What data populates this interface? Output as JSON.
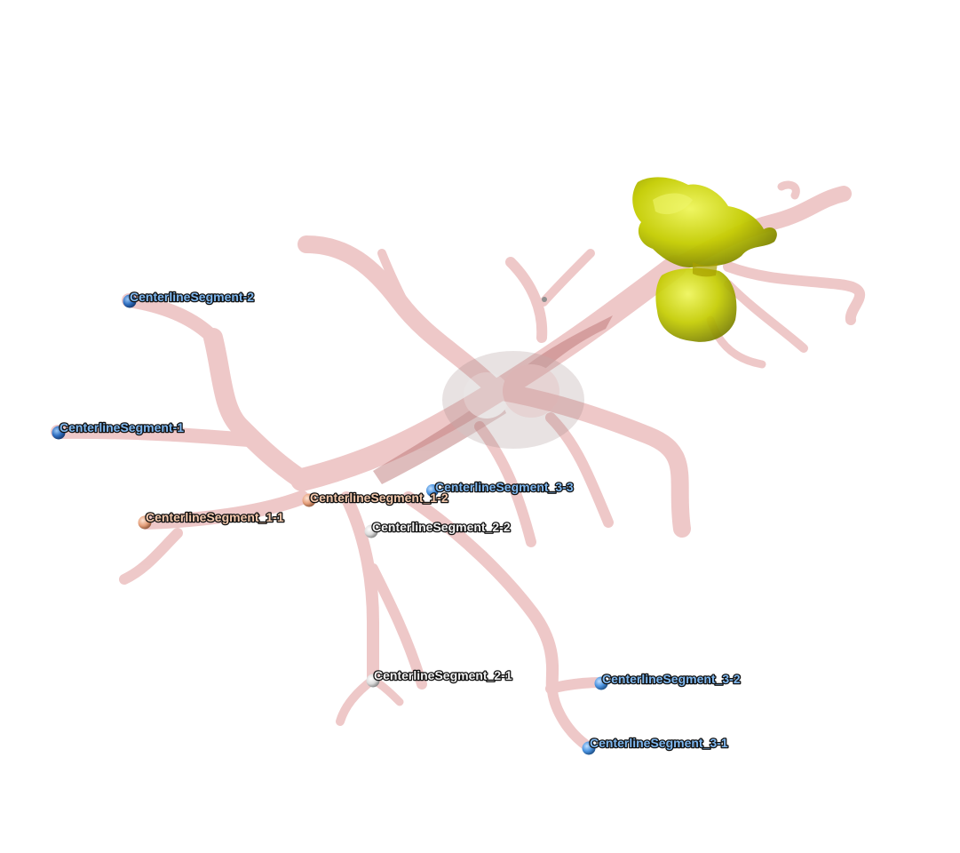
{
  "scene": {
    "colors": {
      "vessel": "#e8b4b4",
      "aneurysm": "#c9d000",
      "label_blue": "#7fb8f0",
      "label_peach": "#f3c9ad",
      "label_white": "#f2f2f2",
      "marker_blue": "#2f6ec0",
      "marker_light_blue": "#4a93e0",
      "marker_peach": "#e6a07c",
      "marker_white": "#e0e0e0"
    },
    "markers": [
      {
        "id": "seg2",
        "label": "CenterlineSegment-2",
        "tone": "blue"
      },
      {
        "id": "seg1",
        "label": "CenterlineSegment-1",
        "tone": "blue"
      },
      {
        "id": "seg3_3",
        "label": "CenterlineSegment_3-3",
        "tone": "light_blue"
      },
      {
        "id": "seg1_2",
        "label": "CenterlineSegment_1-2",
        "tone": "peach"
      },
      {
        "id": "seg1_1",
        "label": "CenterlineSegment_1-1",
        "tone": "peach"
      },
      {
        "id": "seg2_2",
        "label": "CenterlineSegment_2-2",
        "tone": "white"
      },
      {
        "id": "seg2_1",
        "label": "CenterlineSegment_2-1",
        "tone": "white"
      },
      {
        "id": "seg3_2",
        "label": "CenterlineSegment_3-2",
        "tone": "light_blue"
      },
      {
        "id": "seg3_1",
        "label": "CenterlineSegment_3-1",
        "tone": "light_blue"
      }
    ]
  }
}
